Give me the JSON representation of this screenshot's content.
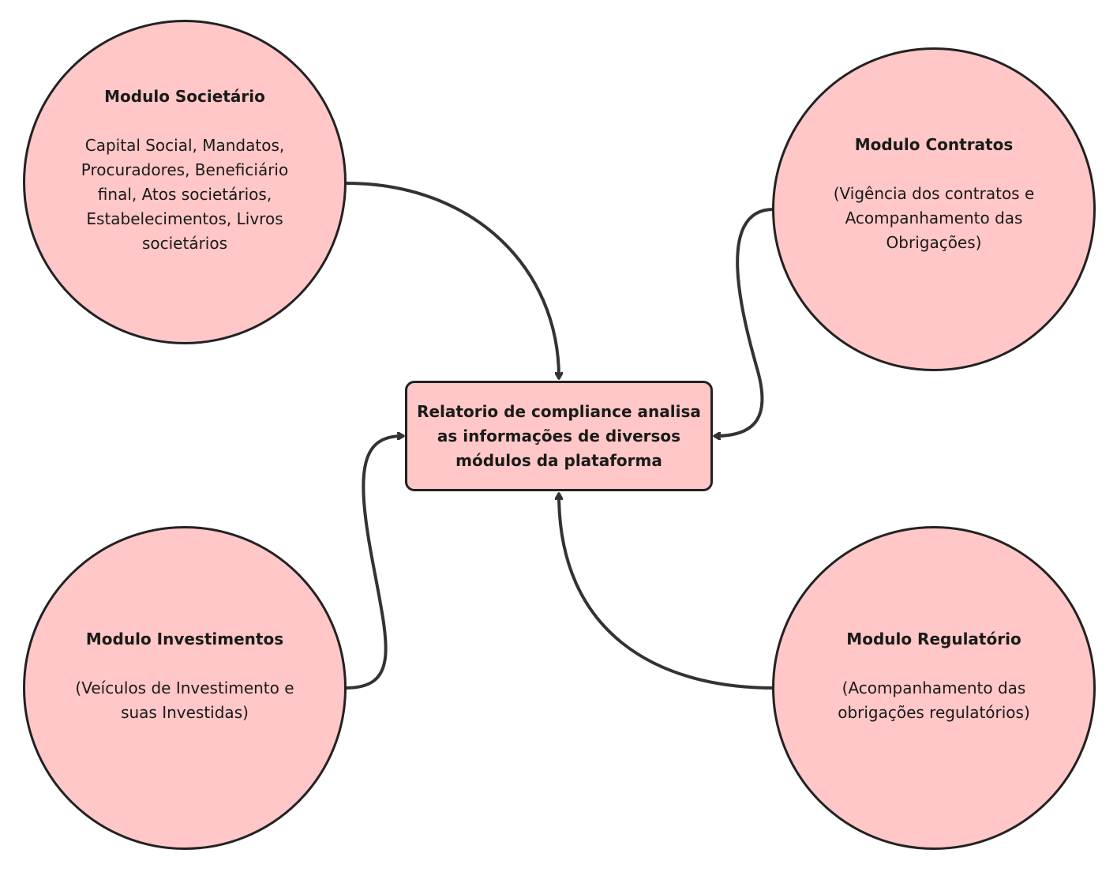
{
  "modules": {
    "societario": {
      "title": "Modulo Societário",
      "description": "Capital Social, Mandatos, Procuradores, Beneficiário final, Atos societários, Estabelecimentos, Livros societários"
    },
    "contratos": {
      "title": "Modulo Contratos",
      "description": "(Vigência dos contratos e Acompanhamento das Obrigações)"
    },
    "investimentos": {
      "title": "Modulo Investimentos",
      "description": "(Veículos de Investimento e suas Investidas)"
    },
    "regulatorio": {
      "title": "Modulo Regulatório",
      "description": "(Acompanhamento das obrigações regulatórios)"
    }
  },
  "report": {
    "label": "Relatorio de compliance analisa as informações de diversos módulos da plataforma"
  },
  "colors": {
    "node_fill": "#ffc7c7",
    "stroke": "#222222",
    "arrow": "#333333"
  }
}
